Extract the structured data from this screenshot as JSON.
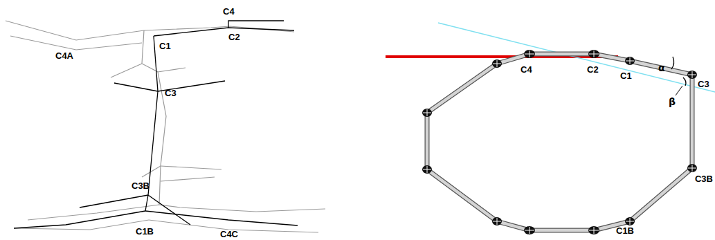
{
  "diagram": {
    "labels": [
      "C4",
      "C4A",
      "C1",
      "C2",
      "C3",
      "C3B",
      "C1B",
      "C4C",
      "C4",
      "C2",
      "C1",
      "α",
      "β",
      "C3",
      "C3B",
      "C1B"
    ]
  }
}
